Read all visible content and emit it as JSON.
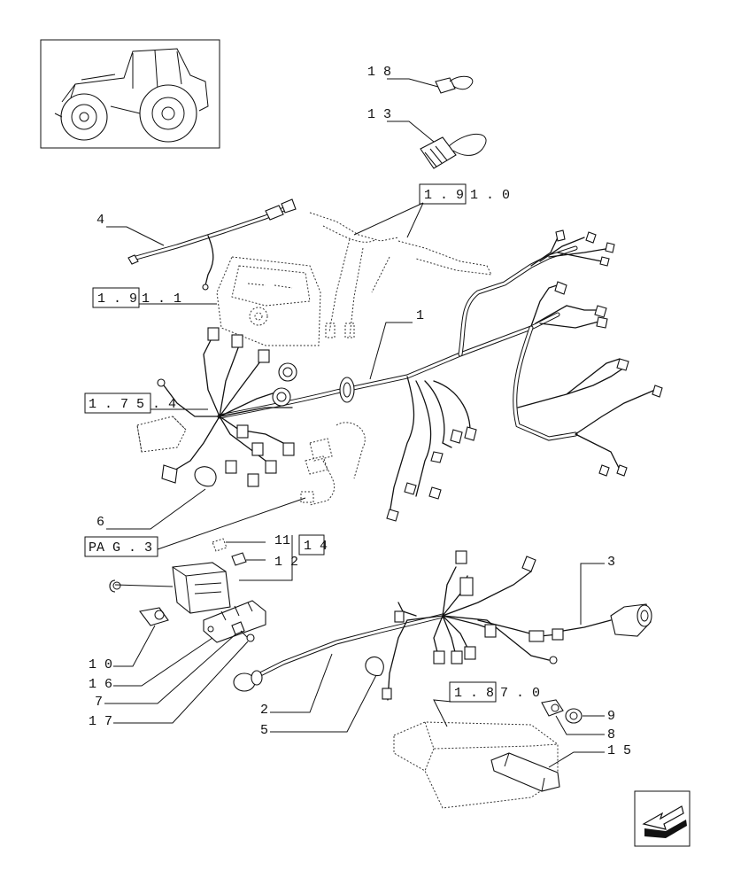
{
  "callouts": {
    "c18": "1 8",
    "c13": "1 3",
    "c4": "4",
    "c1": "1",
    "c6": "6",
    "c11": "11",
    "c12": "1 2",
    "c10": "1 0",
    "c16": "1 6",
    "c7": "7",
    "c17": "1 7",
    "c2": "2",
    "c5": "5",
    "c3": "3",
    "c9": "9",
    "c8": "8",
    "c15": "1 5"
  },
  "references": {
    "r1910_box": "1 . 9",
    "r1910_rest": "1 . 0",
    "r1911_box": "1 . 9",
    "r1911_rest": "1 . 1",
    "r175_box": "1 . 7 5",
    "r175_rest": ". 4",
    "rpag_box": "PA G . 3",
    "r14_box": "1 4",
    "r1870_box": "1 . 8",
    "r1870_rest": "7 . 0"
  },
  "icons": [
    "tractor-thumbnail",
    "next-page-arrow-icon"
  ]
}
